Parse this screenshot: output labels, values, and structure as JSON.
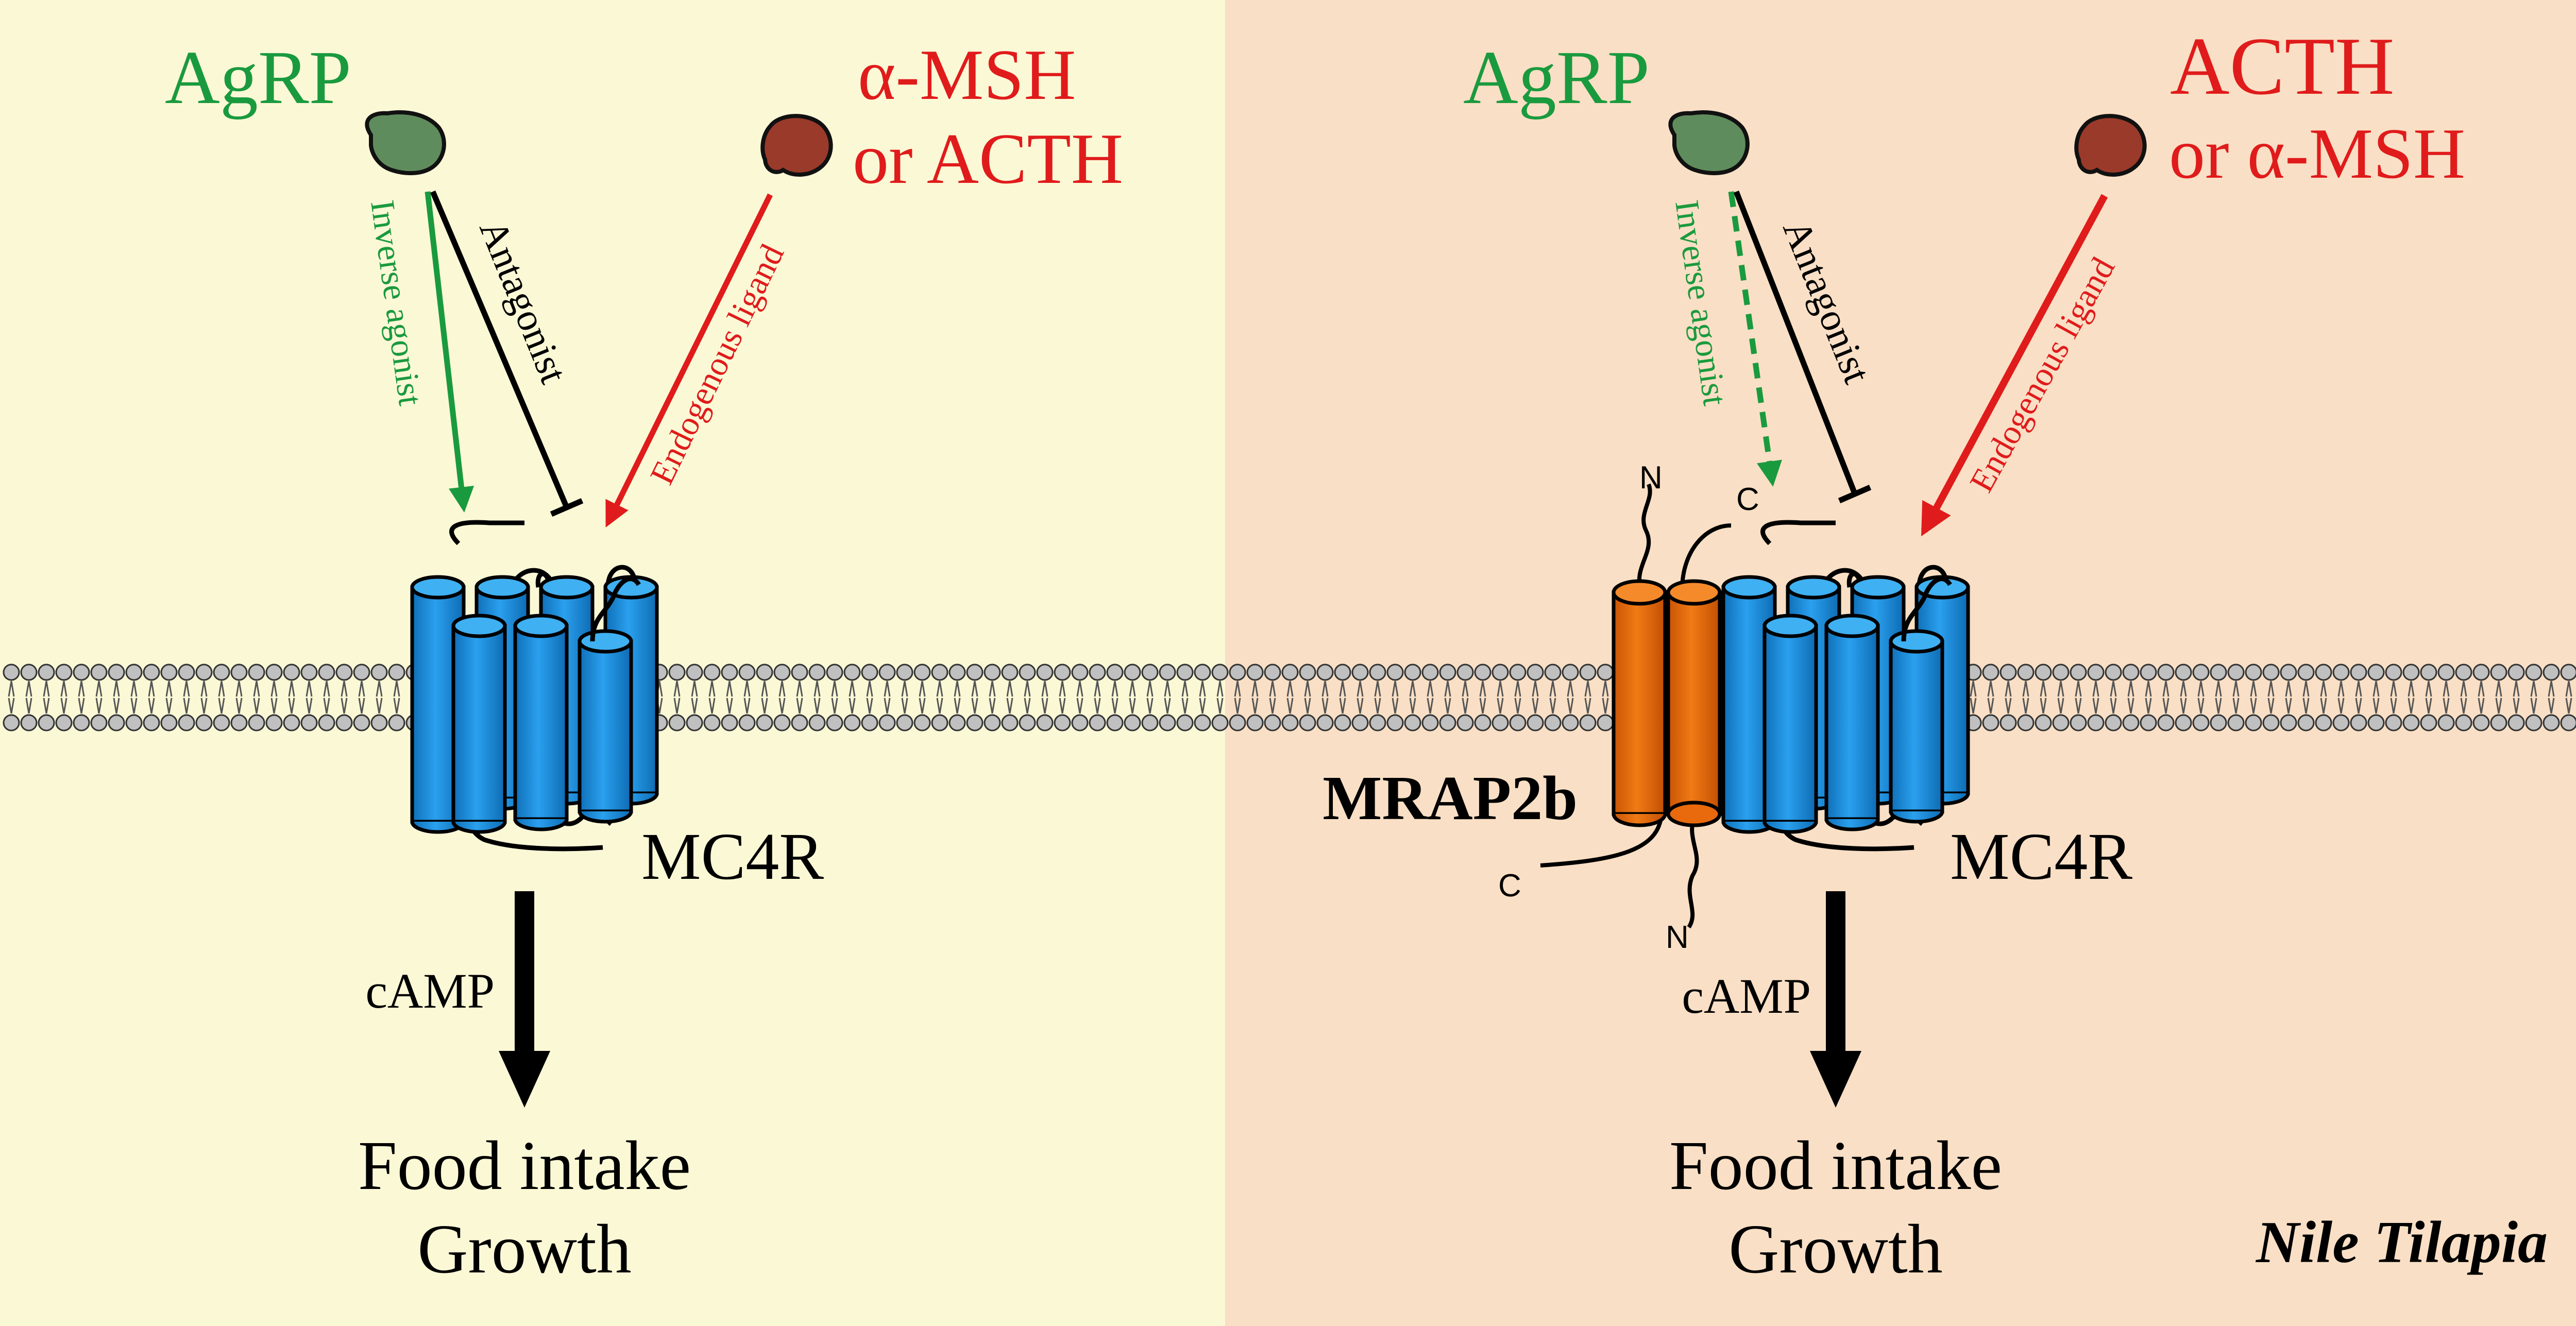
{
  "colors": {
    "left_panel_bg": "#fbf8d6",
    "right_panel_bg": "#f9dfc5",
    "agrp_green": "#1a9a3e",
    "ligand_red": "#e01b1b",
    "receptor_blue": "#1c8ee0",
    "mrap_orange": "#e86a0c",
    "lipid_head_gray": "#c0c0c0",
    "black": "#000000"
  },
  "icons": {
    "agrp": "green-ligand-blob",
    "endogenous_ligand": "red-ligand-blob",
    "receptor": "seven-transmembrane-helix-receptor",
    "accessory_protein": "two-helix-accessory-protein",
    "membrane": "lipid-bilayer"
  },
  "left_panel": {
    "agrp_label": "AgRP",
    "ligand_label_line1": "α-MSH",
    "ligand_label_line2": "or ACTH",
    "inverse_agonist_label": "Inverse agonist",
    "antagonist_label": "Antagonist",
    "endogenous_ligand_label": "Endogenous ligand",
    "receptor_label": "MC4R",
    "signal_label": "cAMP",
    "outcome_line1": "Food intake",
    "outcome_line2": "Growth"
  },
  "right_panel": {
    "agrp_label": "AgRP",
    "ligand_label_line1": "ACTH",
    "ligand_label_line2": "or α-MSH",
    "inverse_agonist_label": "Inverse agonist",
    "antagonist_label": "Antagonist",
    "endogenous_ligand_label": "Endogenous ligand",
    "accessory_protein_label": "MRAP2b",
    "terminus_n_top": "N",
    "terminus_c_top": "C",
    "terminus_c_bottom": "C",
    "terminus_n_bottom": "N",
    "receptor_label": "MC4R",
    "signal_label": "cAMP",
    "outcome_line1": "Food intake",
    "outcome_line2": "Growth",
    "species_label": "Nile Tilapia"
  }
}
